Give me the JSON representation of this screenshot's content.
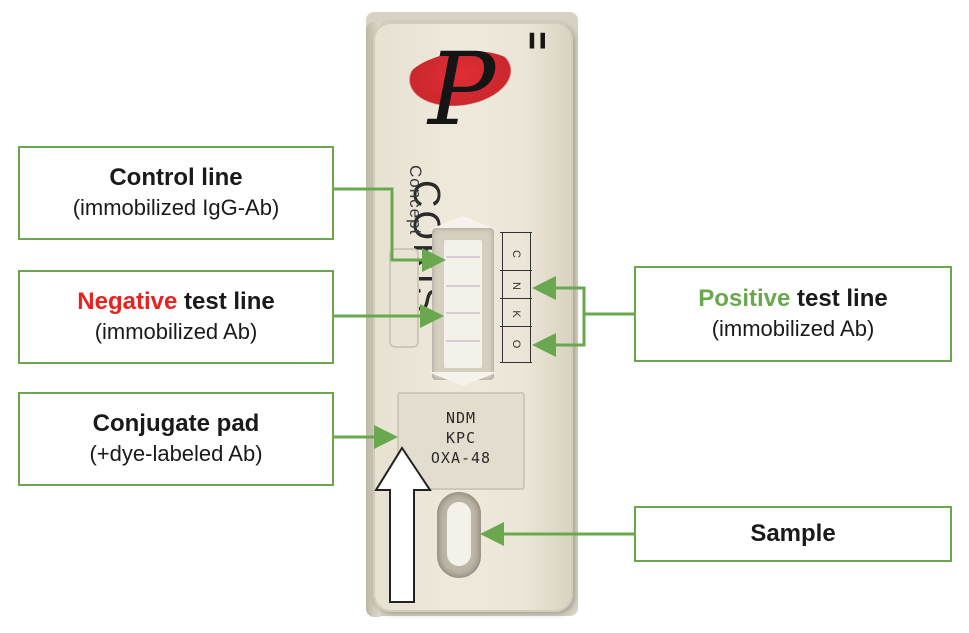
{
  "logo": {
    "letter": "P",
    "quote": "\"",
    "brand": "CORIS",
    "tagline": "Concept"
  },
  "scale": {
    "letters": [
      "C",
      "N",
      "K",
      "O"
    ]
  },
  "cassette_label": {
    "lines": [
      "NDM",
      "KPC",
      "OXA-48"
    ]
  },
  "annotations": {
    "control": {
      "title": "Control line",
      "sub": "(immobilized IgG-Ab)"
    },
    "negative": {
      "title_highlight": "Negative",
      "title_rest": " test line",
      "sub": "(immobilized Ab)"
    },
    "conjugate": {
      "title": "Conjugate pad",
      "sub": "(+dye-labeled Ab)"
    },
    "positive": {
      "title_highlight": "Positive",
      "title_rest": " test line",
      "sub": "(immobilized Ab)"
    },
    "sample": {
      "title": "Sample"
    }
  },
  "colors": {
    "box_border": "#6aa84f",
    "negative": "#e8231f",
    "positive": "#6aa84f",
    "arrow": "#6aa84f"
  }
}
